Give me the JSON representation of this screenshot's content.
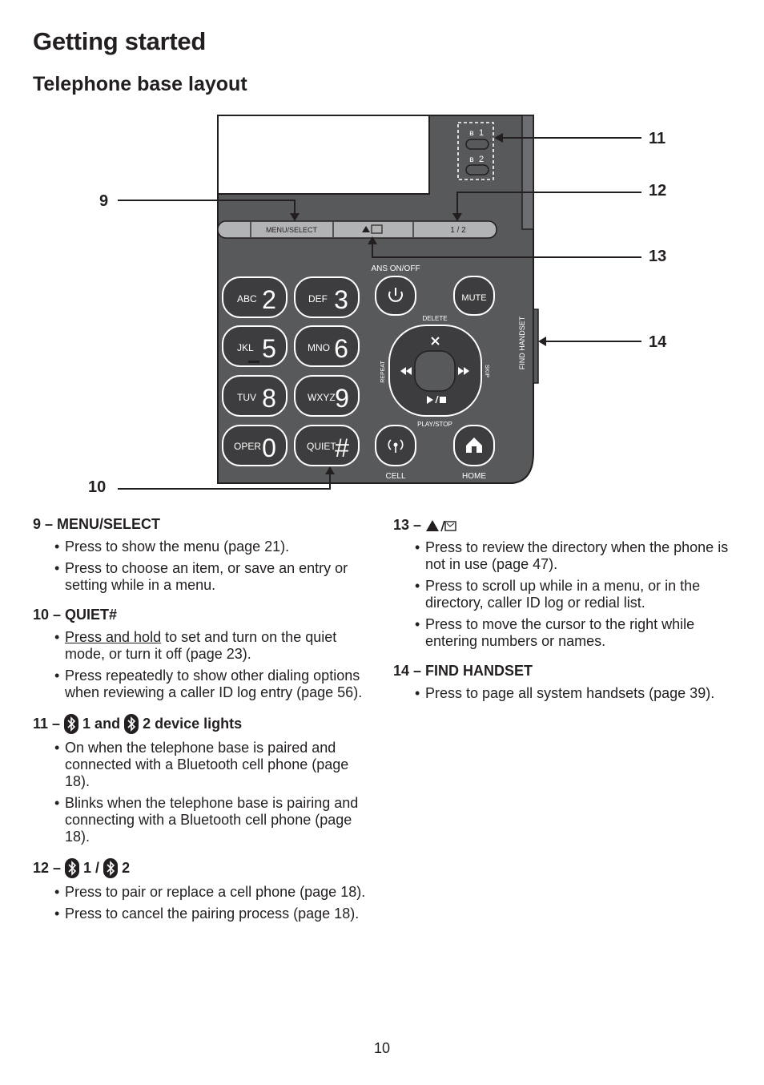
{
  "page": {
    "title": "Getting started",
    "subtitle": "Telephone base layout",
    "page_number": "10"
  },
  "diagram": {
    "callouts": [
      "9",
      "10",
      "11",
      "12",
      "13",
      "14"
    ],
    "softkeys": [
      "MENU/SELECT",
      "1 / 2"
    ],
    "keys": [
      {
        "letters": "ABC",
        "digit": "2"
      },
      {
        "letters": "DEF",
        "digit": "3"
      },
      {
        "letters": "JKL",
        "digit": "5"
      },
      {
        "letters": "MNO",
        "digit": "6"
      },
      {
        "letters": "TUV",
        "digit": "8"
      },
      {
        "letters": "WXYZ",
        "digit": "9"
      },
      {
        "letters": "OPER",
        "digit": "0"
      },
      {
        "letters": "QUIET",
        "digit": "#"
      }
    ],
    "labels": {
      "ans_onoff": "ANS ON/OFF",
      "mute": "MUTE",
      "delete": "DELETE",
      "repeat": "REPEAT",
      "skip": "SKIP",
      "play_stop": "PLAY/STOP",
      "cell": "CELL",
      "home": "HOME",
      "find_handset": "FIND HANDSET",
      "light1": "1",
      "light2": "2"
    }
  },
  "sections": {
    "s9": {
      "title": "9 – MENU/SELECT",
      "bullets": [
        "Press to show the menu (page 21).",
        "Press to choose an item, or save an entry or setting while in a menu."
      ]
    },
    "s10": {
      "title": "10 – QUIET#",
      "b1_underlined": "Press and hold",
      "b1_rest": " to set and turn on the quiet mode, or turn it off (page 23).",
      "bullets": [
        "Press repeatedly to show other dialing options when reviewing a caller ID log entry (page 56)."
      ]
    },
    "s11": {
      "prefix": "11 –",
      "mid": "1 and",
      "suffix": "2 device lights",
      "bullets": [
        "On when the telephone base is paired and connected with a Bluetooth cell phone (page 18).",
        "Blinks when the telephone base is pairing and connecting with a Bluetooth cell phone (page 18)."
      ]
    },
    "s12": {
      "prefix": "12 –",
      "mid": "1 /",
      "suffix": "2",
      "bullets": [
        "Press to pair or replace a cell phone (page 18).",
        "Press to cancel the pairing process (page 18)."
      ]
    },
    "s13": {
      "prefix": "13 –",
      "bullets": [
        "Press to review the directory when the phone is not in use (page 47).",
        "Press to scroll up while in a menu, or in the directory, caller ID log or redial list.",
        "Press to move the cursor to the right while entering numbers or names."
      ]
    },
    "s14": {
      "title": "14 – FIND HANDSET",
      "bullets": [
        "Press to page all system handsets (page 39)."
      ]
    }
  }
}
